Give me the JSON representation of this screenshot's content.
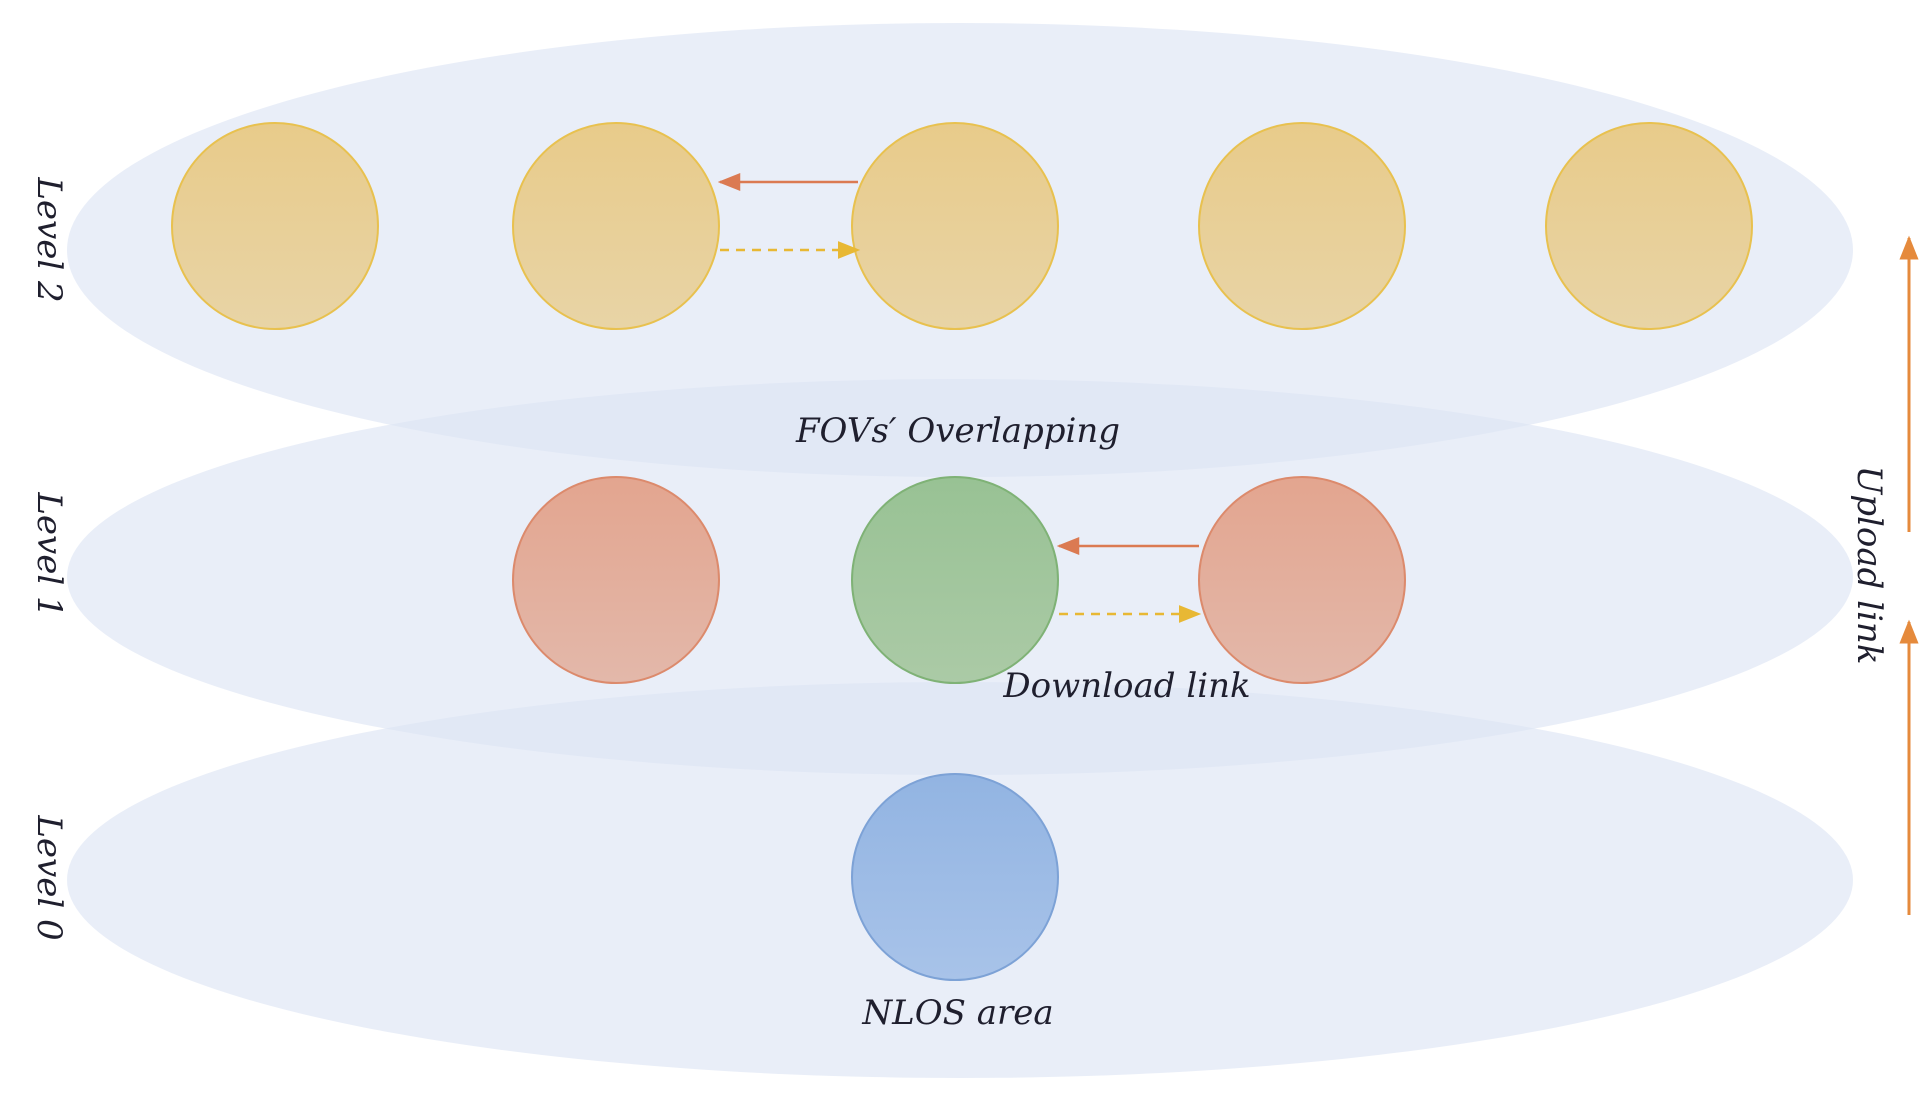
{
  "labels": {
    "level_2": "Level 2",
    "level_1": "Level 1",
    "level_0": "Level 0",
    "fov_overlap": "FOVs′ Overlapping",
    "download_link": "Download link",
    "nlos_area": "NLOS area",
    "upload_link": "Upload link"
  },
  "colors": {
    "plane_fill": "#dbe3f4",
    "level2_node": "#e8cd92",
    "level2_node_stroke": "#e8c14f",
    "level1_red_node": "#e3a996",
    "level1_red_node_stroke": "#dc8a6c",
    "level1_green_node": "#a3c69b",
    "level1_green_node_stroke": "#7fb276",
    "level0_node": "#9bbae4",
    "level0_node_stroke": "#7da2d6",
    "solid_arrow": "#db7a52",
    "dashed_arrow": "#e8b834",
    "upload_arrow": "#e58a3c"
  }
}
